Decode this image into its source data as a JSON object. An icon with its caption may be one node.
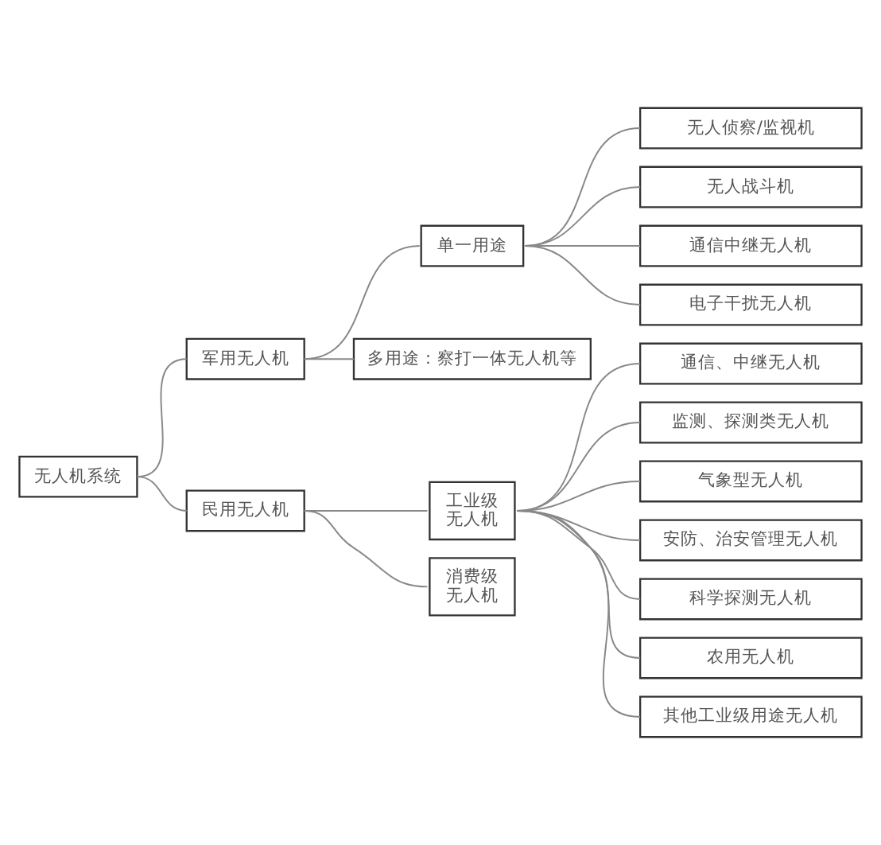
{
  "diagram": {
    "nodes": [
      {
        "text": [
          "无人机系统"
        ]
      },
      {
        "text": [
          "军用无人机"
        ]
      },
      {
        "text": [
          "单一用途"
        ]
      },
      {
        "text": [
          "无人侦察/监视机"
        ]
      },
      {
        "text": [
          "无人战斗机"
        ]
      },
      {
        "text": [
          "通信中继无人机"
        ]
      },
      {
        "text": [
          "电子干扰无人机"
        ]
      },
      {
        "text": [
          "多用途：察打一体无人机等"
        ]
      },
      {
        "text": [
          "民用无人机"
        ]
      },
      {
        "text": [
          "工业级无人机"
        ]
      },
      {
        "text": [
          "通信、中继无人机"
        ]
      },
      {
        "text": [
          "监测、探测类无人机"
        ]
      },
      {
        "text": [
          "气象型无人机"
        ]
      },
      {
        "text": [
          "安防、治安管理无人机"
        ]
      },
      {
        "text": [
          "科学探测无人机"
        ]
      },
      {
        "text": [
          "农用无人机"
        ]
      },
      {
        "text": [
          "其他工业级用途无人机"
        ]
      },
      {
        "text": [
          "消费级无人机"
        ]
      }
    ],
    "edges": [
      {
        "from": 0,
        "to": 1,
        "arrow": "none"
      },
      {
        "from": 0,
        "to": 8,
        "arrow": "none"
      },
      {
        "from": 1,
        "to": 2,
        "arrow": "none"
      },
      {
        "from": 1,
        "to": 7,
        "arrow": "none"
      },
      {
        "from": 2,
        "to": 3,
        "arrow": "none"
      },
      {
        "from": 2,
        "to": 4,
        "arrow": "none"
      },
      {
        "from": 2,
        "to": 5,
        "arrow": "none"
      },
      {
        "from": 2,
        "to": 6,
        "arrow": "none"
      },
      {
        "from": 8,
        "to": 9,
        "arrow": "none"
      },
      {
        "from": 8,
        "to": 17,
        "arrow": "none"
      },
      {
        "from": 9,
        "to": 10,
        "arrow": "none"
      },
      {
        "from": 9,
        "to": 11,
        "arrow": "none"
      },
      {
        "from": 9,
        "to": 12,
        "arrow": "none"
      },
      {
        "from": 9,
        "to": 13,
        "arrow": "none"
      },
      {
        "from": 9,
        "to": 14,
        "arrow": "none"
      },
      {
        "from": 9,
        "to": 15,
        "arrow": "none"
      },
      {
        "from": 9,
        "to": 16,
        "arrow": "none"
      }
    ]
  }
}
